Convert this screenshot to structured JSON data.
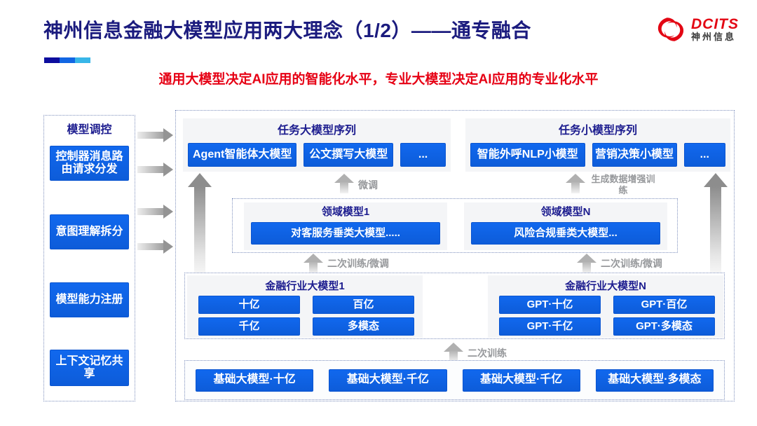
{
  "header": {
    "title": "神州信息金融大模型应用两大理念（1/2）——通专融合",
    "subtitle": "通用大模型决定AI应用的智能化水平，专业大模型决定AI应用的专业化水平",
    "logo": {
      "brand": "DCITS",
      "brand_cn": "神州信息"
    }
  },
  "colors": {
    "primary_blue": "#0f63e8",
    "navy_text": "#1b1b7e",
    "subtitle_red": "#e60014",
    "logo_red": "#e30613",
    "arrow_gray": "#9a9a9a",
    "dotted_border": "#7f90bd",
    "accent_bar": [
      "#0d0d9e",
      "#1266e3",
      "#38b6e8"
    ]
  },
  "sidebar": {
    "title": "模型调控",
    "items": [
      {
        "label": "控制器消息路由请求分发"
      },
      {
        "label": "意图理解拆分"
      },
      {
        "label": "模型能力注册"
      },
      {
        "label": "上下文记忆共享"
      }
    ]
  },
  "diagram": {
    "task_large_group": {
      "title": "任务大模型序列",
      "items": [
        "Agent智能体大模型",
        "公文撰写大模型",
        "..."
      ]
    },
    "task_small_group": {
      "title": "任务小模型序列",
      "items": [
        "智能外呼NLP小模型",
        "营销决策小模型",
        "..."
      ]
    },
    "domain_groups": [
      {
        "title": "领域模型1",
        "model": "对客服务垂类大模型....."
      },
      {
        "title": "领域模型N",
        "model": "风险合规垂类大模型..."
      }
    ],
    "industry_groups": [
      {
        "title": "金融行业大模型1",
        "models": [
          "十亿",
          "百亿",
          "千亿",
          "多模态"
        ]
      },
      {
        "title": "金融行业大模型N",
        "models": [
          "GPT·十亿",
          "GPT·百亿",
          "GPT·千亿",
          "GPT·多模态"
        ]
      }
    ],
    "base_models": [
      "基础大模型·十亿",
      "基础大模型·千亿",
      "基础大模型·千亿",
      "基础大模型·多模态"
    ],
    "arrow_labels": {
      "fine_tune": "微调",
      "gen_data_training": "生成数据增强训练",
      "secondary_training_finetune_left": "二次训练/微调",
      "secondary_training_finetune_right": "二次训练/微调",
      "secondary_training": "二次训练"
    }
  }
}
